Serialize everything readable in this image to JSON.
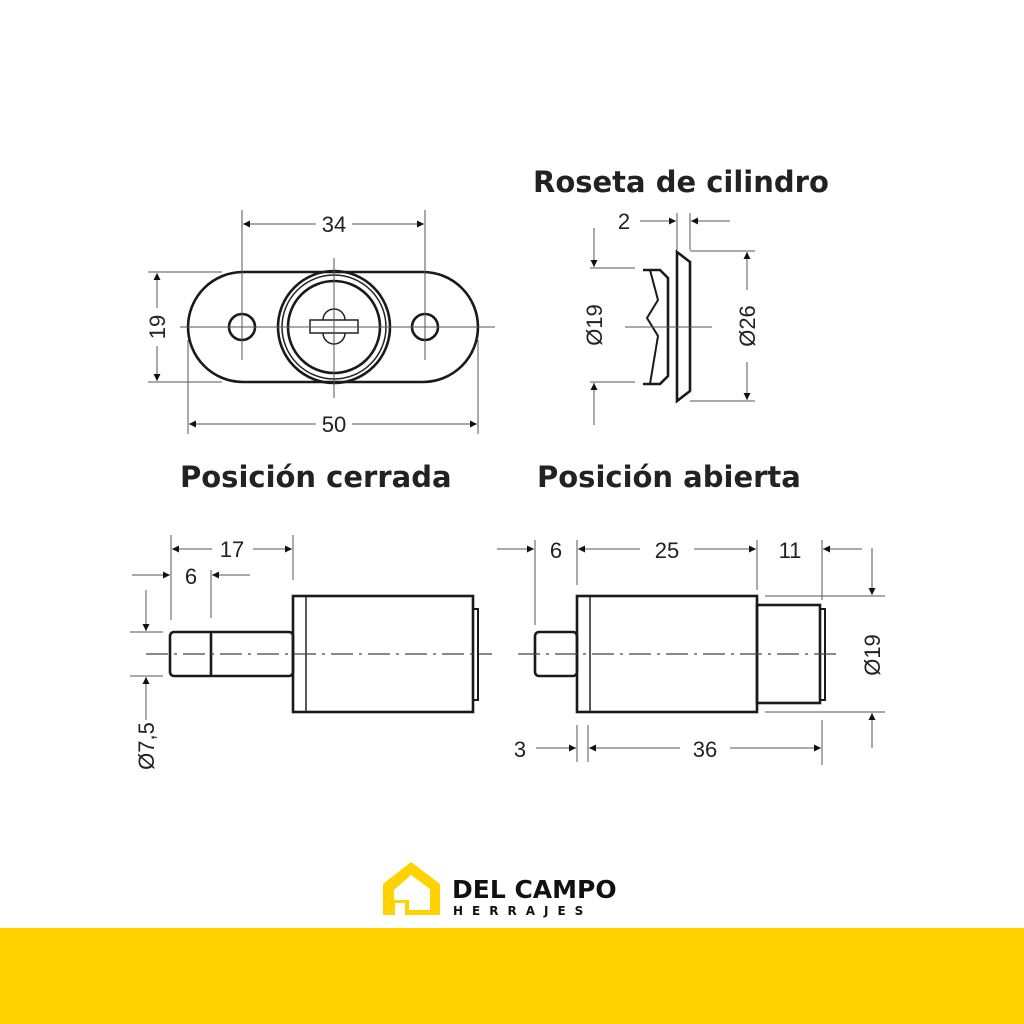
{
  "titles": {
    "rosette": "Roseta de cilindro",
    "closed": "Posición cerrada",
    "open": "Posición abierta"
  },
  "plate_view": {
    "width_holes": "34",
    "height": "19",
    "width_total": "50"
  },
  "rosette_view": {
    "thickness": "2",
    "inner_diameter": "Ø19",
    "outer_diameter": "Ø26"
  },
  "closed_view": {
    "length": "17",
    "pin_length": "6",
    "pin_diameter": "Ø7,5"
  },
  "open_view": {
    "pin_length": "6",
    "body_length": "25",
    "tail_length": "11",
    "diameter": "Ø19",
    "offset": "3",
    "total_length": "36"
  },
  "logo": {
    "name": "DEL CAMPO",
    "subtitle": "HERRAJES"
  },
  "colors": {
    "brand_yellow": "#FFD200",
    "ink": "#1a1a1a"
  }
}
